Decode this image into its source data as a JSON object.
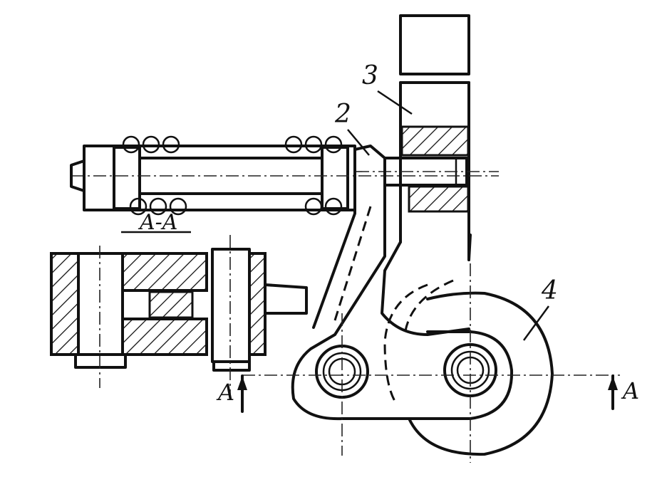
{
  "labels": {
    "part_2": "2",
    "part_3": "3",
    "part_4": "4",
    "section_title": "A-A",
    "section_mark_left": "A",
    "section_mark_right": "A"
  }
}
